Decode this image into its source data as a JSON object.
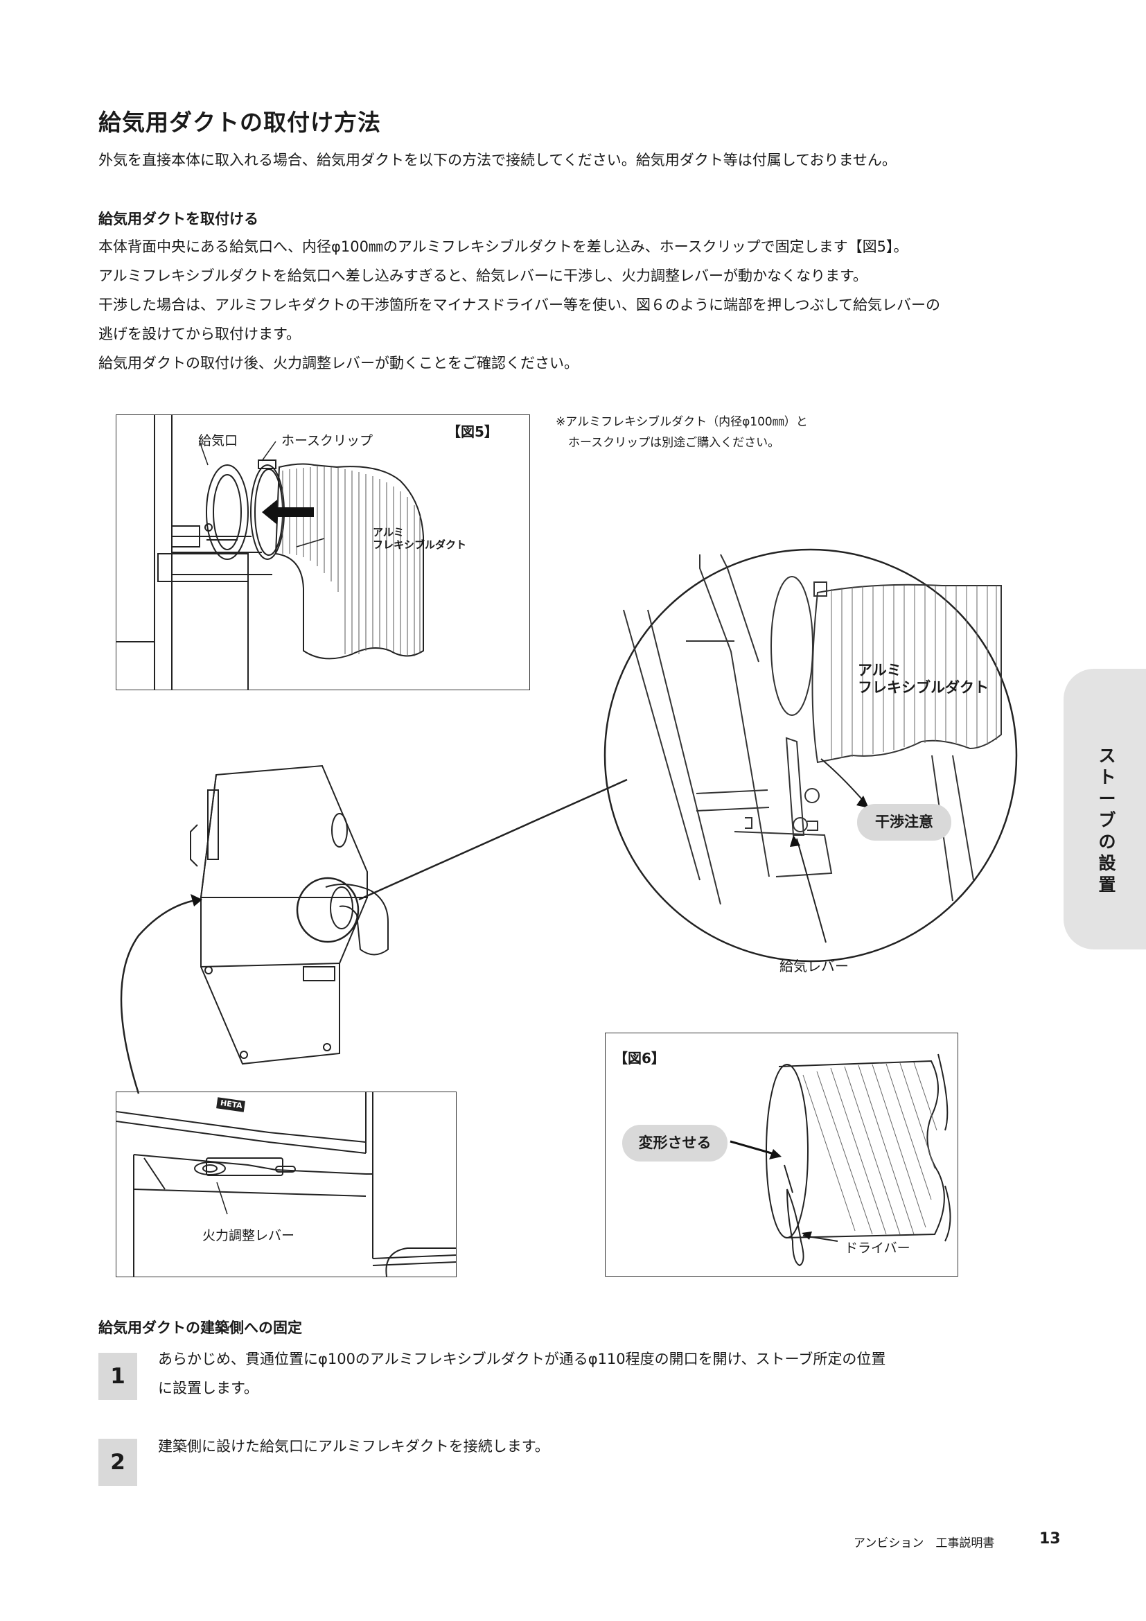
{
  "title": "給気用ダクトの取付け方法",
  "intro": "外気を直接本体に取入れる場合、給気用ダクトを以下の方法で接続してください。給気用ダクト等は付属しておりません。",
  "section1": {
    "heading": "給気用ダクトを取付ける",
    "lines": [
      "本体背面中央にある給気口へ、内径φ100㎜のアルミフレキシブルダクトを差し込み、ホースクリップで固定します【図5】。",
      "アルミフレキシブルダクトを給気口へ差し込みすぎると、給気レバーに干渉し、火力調整レバーが動かなくなります。",
      "干渉した場合は、アルミフレキダクトの干渉箇所をマイナスドライバー等を使い、図６のように端部を押しつぶして給気レバーの",
      "逃げを設けてから取付けます。",
      "給気用ダクトの取付け後、火力調整レバーが動くことをご確認ください。"
    ]
  },
  "figure5": {
    "label": "【図5】",
    "callout_intake": "給気口",
    "callout_clip": "ホースクリップ",
    "duct_label_1": "アルミ",
    "duct_label_2": "フレキシブルダクト"
  },
  "note": {
    "line1": "※アルミフレキシブルダクト（内径φ100㎜）と",
    "line2": "ホースクリップは別途ご購入ください。"
  },
  "detail": {
    "duct_label_1": "アルミ",
    "duct_label_2": "フレキシブルダクト",
    "interference": "干渉注意",
    "intake_lever": "給気レバー"
  },
  "stove_brand": "HETA",
  "lower_left": {
    "lever_label": "火力調整レバー"
  },
  "figure6": {
    "label": "【図6】",
    "deform": "変形させる",
    "driver": "ドライバー"
  },
  "side_tab": "ストーブの設置",
  "section2": {
    "heading": "給気用ダクトの建築側への固定",
    "steps": [
      {
        "num": "1",
        "line1": "あらかじめ、貫通位置にφ100のアルミフレキシブルダクトが通るφ110程度の開口を開け、ストーブ所定の位置",
        "line2": "に設置します。"
      },
      {
        "num": "2",
        "line1": "建築側に設けた給気口にアルミフレキダクトを接続します。",
        "line2": ""
      }
    ]
  },
  "footer": {
    "text": "アンビション　工事説明書",
    "page": "13"
  }
}
